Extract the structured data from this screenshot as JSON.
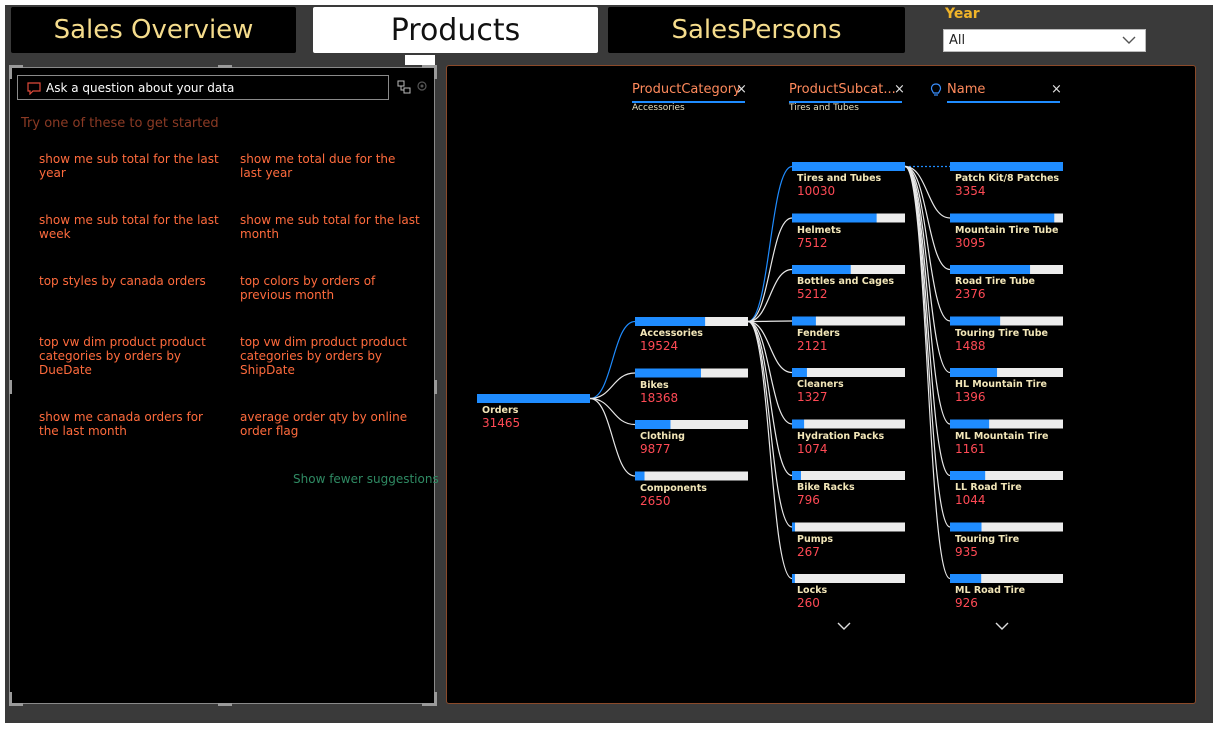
{
  "tabs": {
    "sales_overview": "Sales Overview",
    "products": "Products",
    "salespersons": "SalesPersons"
  },
  "year_filter": {
    "label": "Year",
    "value": "All"
  },
  "qa": {
    "placeholder": "Ask a question about your data",
    "suggestions_heading": "Try one of these to get started",
    "suggestions": [
      "show me sub total for the last year",
      "show me total due for the last year",
      "show me sub total for the last week",
      "show me sub total for the last month",
      "top styles by canada orders",
      "top colors by orders of previous month",
      "top vw dim product product categories by orders by DueDate",
      "top vw dim product product categories by orders by ShipDate",
      "show me canada orders for the last month",
      "average order qty by online order flag"
    ],
    "show_fewer": "Show fewer suggestions"
  },
  "tree": {
    "levels": [
      {
        "header": "ProductCategory",
        "selected": "Accessories"
      },
      {
        "header": "ProductSubcat...",
        "selected": "Tires and Tubes"
      },
      {
        "header": "Name",
        "selected": ""
      }
    ],
    "root": {
      "name": "Orders",
      "value": 31465
    },
    "categories": [
      {
        "name": "Accessories",
        "value": 19524
      },
      {
        "name": "Bikes",
        "value": 18368
      },
      {
        "name": "Clothing",
        "value": 9877
      },
      {
        "name": "Components",
        "value": 2650
      }
    ],
    "subcategories": [
      {
        "name": "Tires and Tubes",
        "value": 10030
      },
      {
        "name": "Helmets",
        "value": 7512
      },
      {
        "name": "Bottles and Cages",
        "value": 5212
      },
      {
        "name": "Fenders",
        "value": 2121
      },
      {
        "name": "Cleaners",
        "value": 1327
      },
      {
        "name": "Hydration Packs",
        "value": 1074
      },
      {
        "name": "Bike Racks",
        "value": 796
      },
      {
        "name": "Pumps",
        "value": 267
      },
      {
        "name": "Locks",
        "value": 260
      }
    ],
    "names": [
      {
        "name": "Patch Kit/8 Patches",
        "value": 3354
      },
      {
        "name": "Mountain Tire Tube",
        "value": 3095
      },
      {
        "name": "Road Tire Tube",
        "value": 2376
      },
      {
        "name": "Touring Tire Tube",
        "value": 1488
      },
      {
        "name": "HL Mountain Tire",
        "value": 1396
      },
      {
        "name": "ML Mountain Tire",
        "value": 1161
      },
      {
        "name": "LL Road Tire",
        "value": 1044
      },
      {
        "name": "Touring Tire",
        "value": 935
      },
      {
        "name": "ML Road Tire",
        "value": 926
      }
    ]
  },
  "colors": {
    "accent_blue": "#1f8cff",
    "label_gold": "#f2e6b8",
    "value_red": "#ff4a55",
    "suggestion_orange": "#ff6b3d"
  }
}
